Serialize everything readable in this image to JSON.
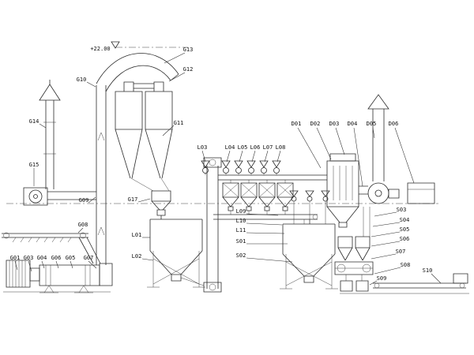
{
  "diagram": {
    "type": "engineering-line-drawing",
    "elevation_marker": "+22.00"
  },
  "labels": {
    "g01": "G01",
    "g03": "G03",
    "g04": "G04",
    "g05": "G05",
    "g06": "G06",
    "g07": "G07",
    "g08": "G08",
    "g09": "G09",
    "g10": "G10",
    "g11": "G11",
    "g12": "G12",
    "g13": "G13",
    "g14": "G14",
    "g15": "G15",
    "g17": "G17",
    "l01": "L01",
    "l02": "L02",
    "l03": "L03",
    "l04": "L04",
    "l05": "L05",
    "l06": "L06",
    "l07": "L07",
    "l08": "L08",
    "l09": "L09",
    "l10": "L10",
    "l11": "L11",
    "s01": "S01",
    "s02": "S02",
    "s03": "S03",
    "s04": "S04",
    "s05": "S05",
    "s06": "S06",
    "s07": "S07",
    "s08": "S08",
    "s09": "S09",
    "s10": "S10",
    "d01": "D01",
    "d02": "D02",
    "d03": "D03",
    "d04": "D04",
    "d05": "D05",
    "d06": "D06"
  },
  "colors": {
    "background": "#ffffff",
    "line": "#2b2b2b",
    "label_text": "#111111"
  }
}
